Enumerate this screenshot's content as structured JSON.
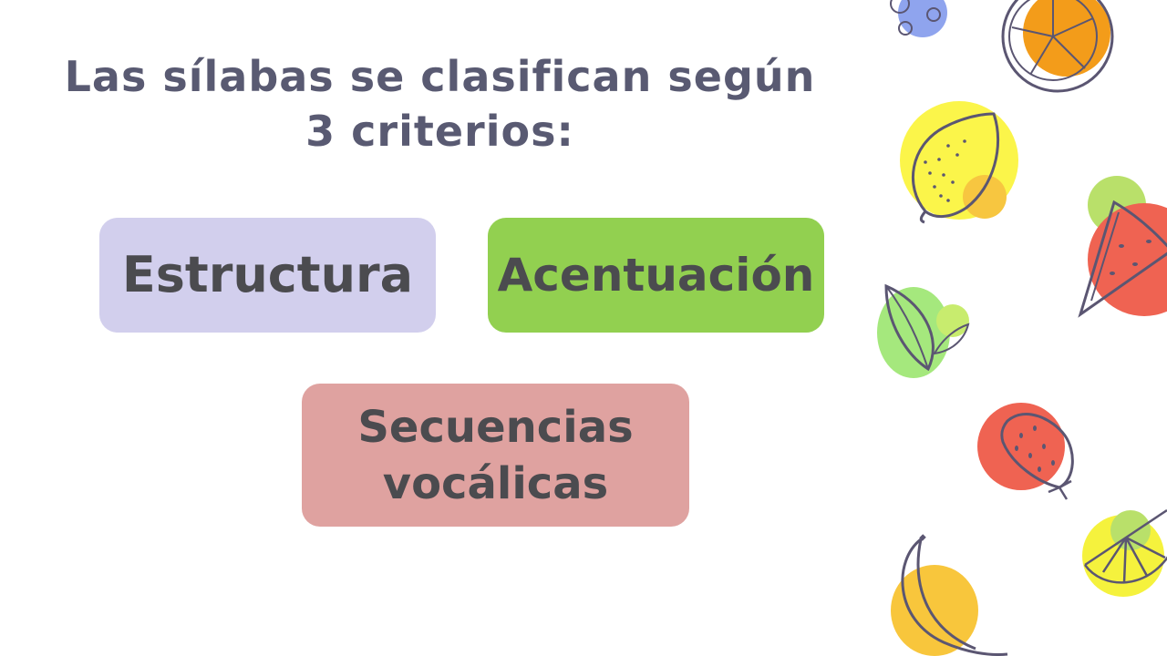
{
  "slide": {
    "title": "Las sílabas se clasifican según 3 criterios:",
    "cards": [
      {
        "label": "Estructura",
        "color": "#d2cfed"
      },
      {
        "label": "Acentuación",
        "color": "#92d050"
      },
      {
        "label": "Secuencias vocálicas",
        "color": "#dfa2a0"
      }
    ]
  },
  "colors": {
    "text": "#595a72",
    "card_text": "#4b4b4f",
    "line_art": "#5b5672"
  },
  "decorations": [
    "blueberry-icon",
    "orange-slice-icon",
    "lemon-icon",
    "watermelon-slice-icon",
    "leaf-icon",
    "strawberry-icon",
    "lime-slice-icon",
    "banana-icon"
  ]
}
